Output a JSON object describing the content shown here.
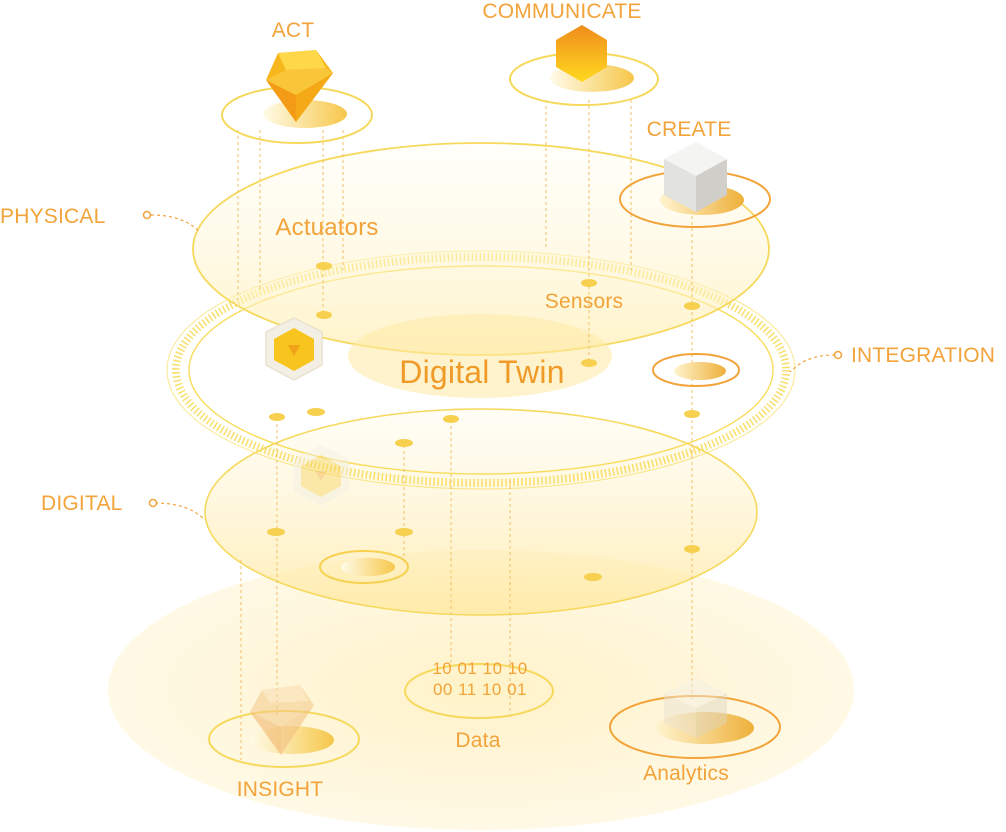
{
  "layers": {
    "physical": "PHYSICAL",
    "integration": "INTEGRATION",
    "digital": "DIGITAL"
  },
  "nodes": {
    "act": "ACT",
    "communicate": "COMMUNICATE",
    "create": "CREATE",
    "insight": "INSIGHT",
    "data": "Data",
    "analytics": "Analytics"
  },
  "labels": {
    "actuators": "Actuators",
    "sensors": "Sensors",
    "digital_twin": "Digital Twin"
  },
  "data_code": {
    "line1": "10 01 10 10",
    "line2": "00 11 10 01"
  },
  "colors": {
    "accent": "#f2a33a",
    "ring": "#f8dc5a",
    "fill": "#fff3c8",
    "gem": "#f7b21e",
    "hex": "#f08e1c",
    "cube": "#e3e3e3"
  },
  "icons": {
    "act": "gem-icon",
    "communicate": "hexagon-icon",
    "create": "cube-icon",
    "insight": "gem-icon",
    "analytics": "cube-icon",
    "integration_node": "hexagon-badge-icon"
  }
}
